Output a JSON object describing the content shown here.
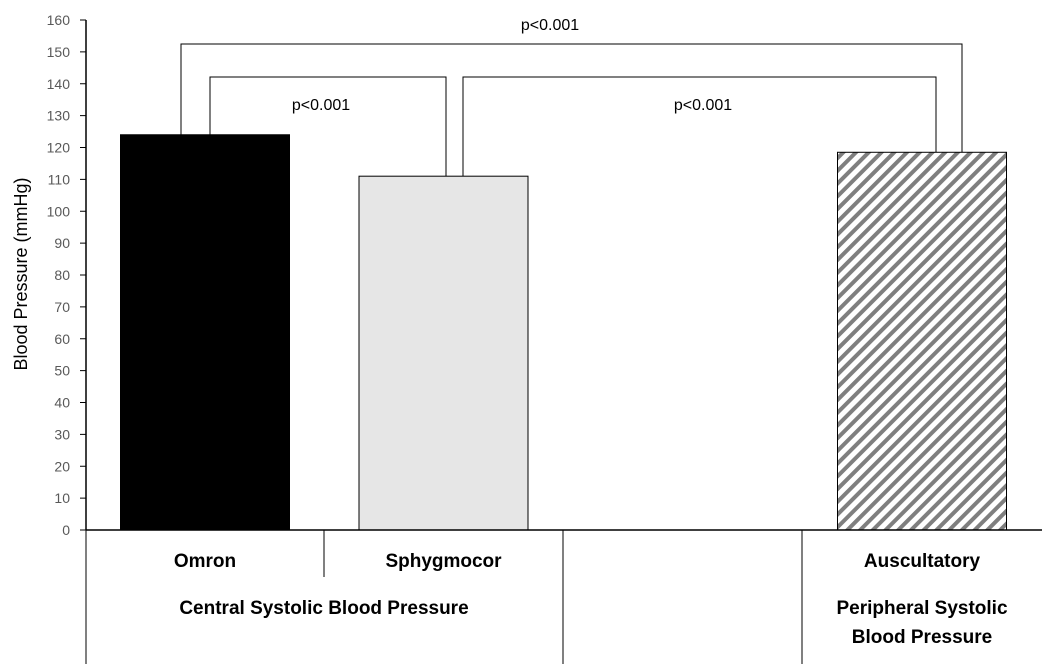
{
  "chart_data": {
    "type": "bar",
    "ylabel": "Blood Pressure (mmHg)",
    "ylim": [
      0,
      160
    ],
    "ytick_step": 10,
    "grid": false,
    "categories": [
      "Omron",
      "Sphygmocor",
      "",
      "Auscultatory"
    ],
    "values": [
      124,
      111,
      null,
      118.5
    ],
    "fills": [
      "solid-black",
      "solid-light-gray",
      "none",
      "diagonal-hatch-gray"
    ],
    "colors": {
      "omron": "#000000",
      "sphygmocor": "#e6e6e6",
      "auscultatory_hatch": "#7f7f7f",
      "axis": "#000000"
    },
    "groups": [
      {
        "label": "Central Systolic Blood Pressure",
        "categories": [
          "Omron",
          "Sphygmocor"
        ]
      },
      {
        "label": [
          "Peripheral Systolic",
          "Blood Pressure"
        ],
        "categories": [
          "Auscultatory"
        ]
      }
    ],
    "annotations": [
      {
        "text": "p<0.001",
        "from": "Omron",
        "to": "Sphygmocor"
      },
      {
        "text": "p<0.001",
        "from": "Sphygmocor",
        "to": "Auscultatory"
      },
      {
        "text": "p<0.001",
        "from": "Omron",
        "to": "Auscultatory"
      }
    ]
  }
}
